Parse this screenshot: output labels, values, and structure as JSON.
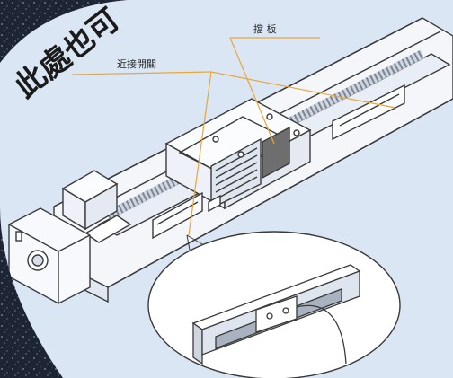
{
  "diagram": {
    "title_text": "此處也可",
    "labels": {
      "baffle": "擋 板",
      "proximity_switch": "近接開關"
    }
  },
  "colors": {
    "background_speckle": "#1f2736",
    "panel": "#dbe6f4",
    "line": "#3a3a3a",
    "leader": "#e8a73a",
    "baffle_fill": "#6e6e6e"
  }
}
